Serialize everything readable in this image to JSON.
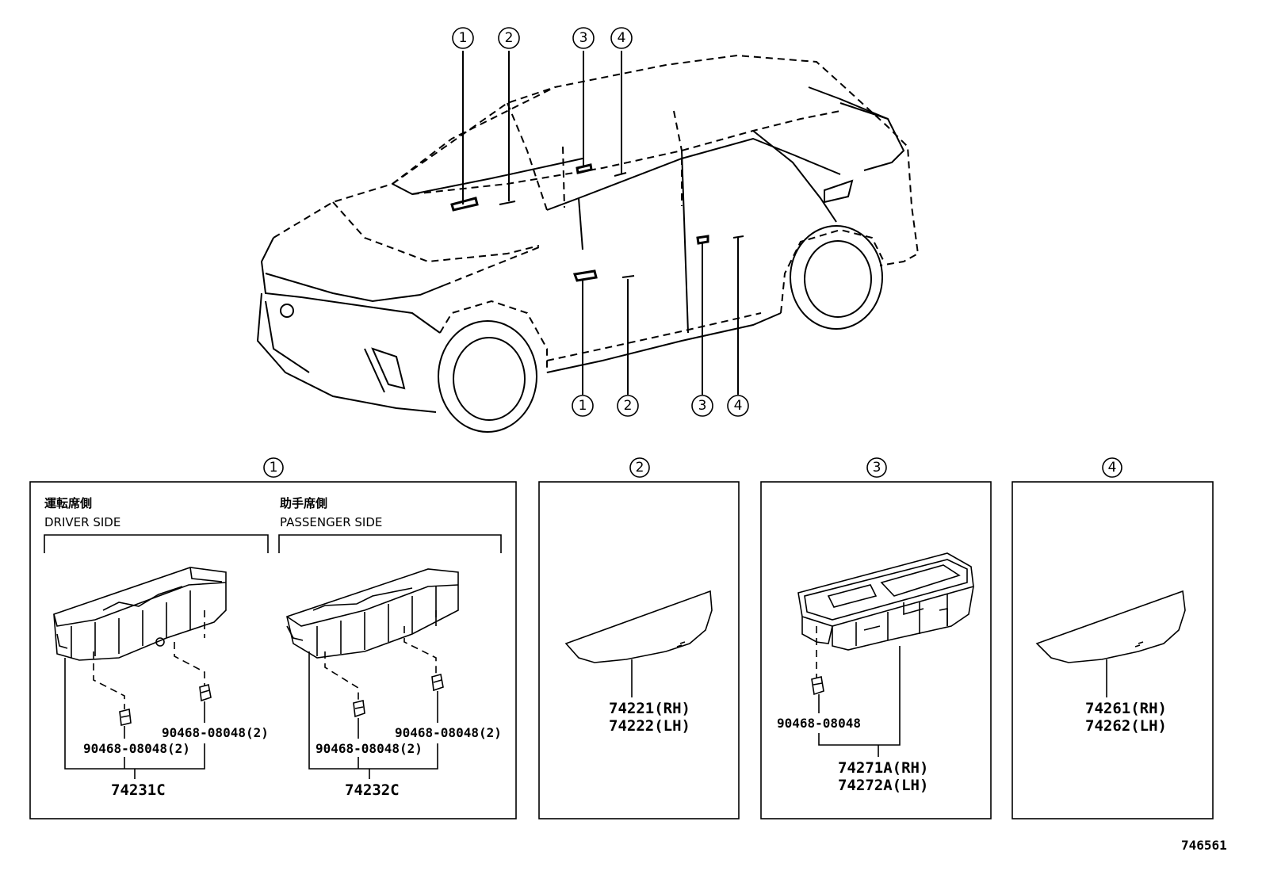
{
  "diagram_id": "746561",
  "car_callouts_top": [
    "1",
    "2",
    "3",
    "4"
  ],
  "car_callouts_bottom": [
    "1",
    "2",
    "3",
    "4"
  ],
  "panels": [
    {
      "callout": "1",
      "driver_side": {
        "label_jp": "運転席側",
        "label_en": "DRIVER SIDE"
      },
      "passenger_side": {
        "label_jp": "助手席側",
        "label_en": "PASSENGER SIDE"
      },
      "driver_parts": {
        "clip_right": "90468-08048(2)",
        "clip_left": "90468-08048(2)",
        "assembly": "74231C"
      },
      "passenger_parts": {
        "clip_right": "90468-08048(2)",
        "clip_left": "90468-08048(2)",
        "assembly": "74232C"
      }
    },
    {
      "callout": "2",
      "parts": [
        "74221(RH)",
        "74222(LH)"
      ]
    },
    {
      "callout": "3",
      "clip": "90468-08048",
      "parts": [
        "74271A(RH)",
        "74272A(LH)"
      ]
    },
    {
      "callout": "4",
      "parts": [
        "74261(RH)",
        "74262(LH)"
      ]
    }
  ]
}
